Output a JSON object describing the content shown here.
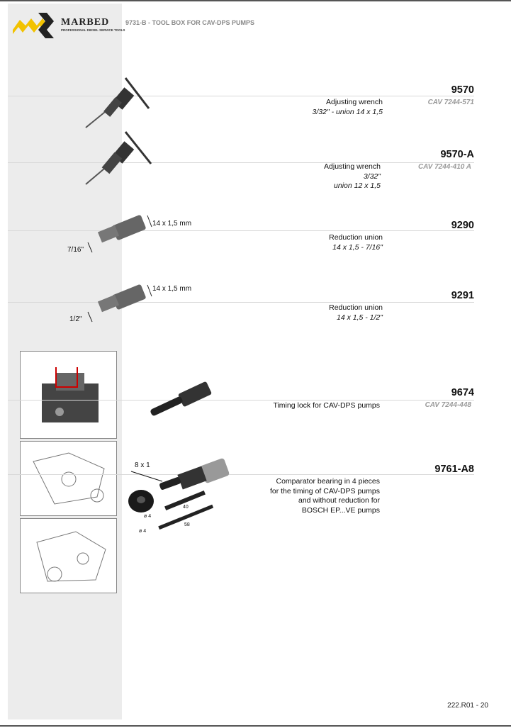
{
  "header": {
    "brand": "MARBED",
    "brand_sub": "PROFESSIONAL DIESEL SERVICE TOOLS",
    "title": "9731-B - TOOL BOX FOR CAV-DPS PUMPS"
  },
  "items": [
    {
      "code": "9570",
      "ref": "CAV 7244-571",
      "desc": [
        "Adjusting wrench",
        "3/32\" - union 14 x 1,5"
      ]
    },
    {
      "code": "9570-A",
      "ref": "CAV 7244-410 A",
      "desc": [
        "Adjusting wrench",
        "3/32\"",
        "union 12 x 1,5"
      ]
    },
    {
      "code": "9290",
      "desc": [
        "Reduction union",
        "14 x 1,5 - 7/16\""
      ],
      "dim_a": "14 x 1,5 mm",
      "dim_b": "7/16\""
    },
    {
      "code": "9291",
      "desc": [
        "Reduction union",
        "14 x 1,5 - 1/2\""
      ],
      "dim_a": "14 x 1,5 mm",
      "dim_b": "1/2\""
    },
    {
      "code": "9674",
      "ref": "CAV 7244-448",
      "desc": [
        "Timing lock for CAV-DPS pumps"
      ]
    },
    {
      "code": "9761-A8",
      "desc": [
        "Comparator bearing in 4 pieces",
        "for the timing of CAV-DPS pumps",
        "and without reduction for",
        "BOSCH EP...VE pumps"
      ],
      "dims": {
        "thread": "8 x 1",
        "d1": "ø 4",
        "d2": "ø 4",
        "l1": "40",
        "l2": "58"
      }
    }
  ],
  "footer": {
    "page": "222.R01 - 20"
  }
}
